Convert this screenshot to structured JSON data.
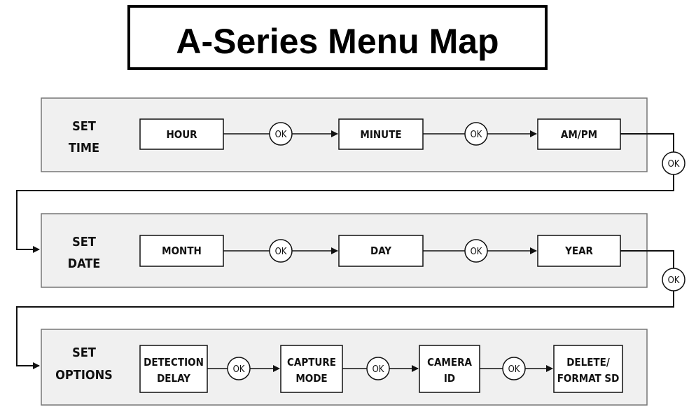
{
  "title": "A-Series Menu Map",
  "ok_label": "OK",
  "rows": [
    {
      "label": [
        "SET",
        "TIME"
      ],
      "steps": [
        [
          "HOUR"
        ],
        [
          "MINUTE"
        ],
        [
          "AM/PM"
        ]
      ]
    },
    {
      "label": [
        "SET",
        "DATE"
      ],
      "steps": [
        [
          "MONTH"
        ],
        [
          "DAY"
        ],
        [
          "YEAR"
        ]
      ]
    },
    {
      "label": [
        "SET",
        "OPTIONS"
      ],
      "steps": [
        [
          "DETECTION",
          "DELAY"
        ],
        [
          "CAPTURE",
          "MODE"
        ],
        [
          "CAMERA",
          "ID"
        ],
        [
          "DELETE/",
          "FORMAT SD"
        ]
      ]
    }
  ],
  "colors": {
    "panel_fill": "#f0f0f0",
    "panel_stroke": "#777777",
    "line": "#111111"
  }
}
